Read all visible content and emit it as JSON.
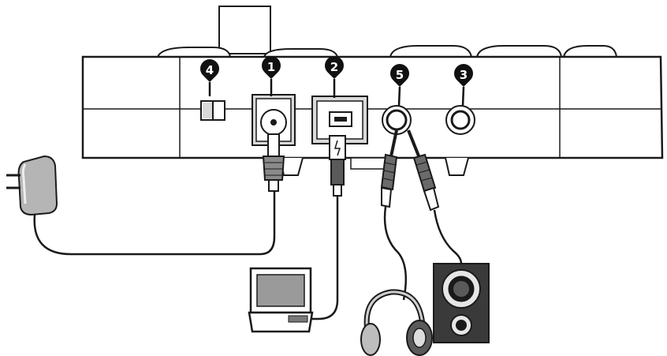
{
  "callouts": {
    "power_input": "1",
    "usb_port": "2",
    "speaker_output": "3",
    "power_switch": "4",
    "headphone_output": "5"
  },
  "colors": {
    "ink": "#1a1a1a",
    "body_fill": "#ffffff",
    "panel_gray": "#d9d9d9",
    "dark": "#3a3a3a"
  }
}
